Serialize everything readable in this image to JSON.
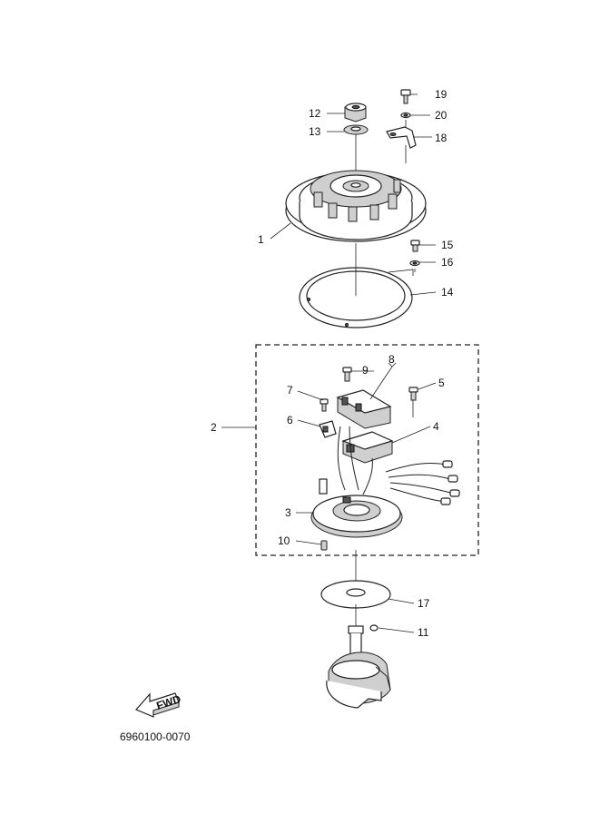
{
  "callouts": {
    "p1": "1",
    "p2": "2",
    "p3": "3",
    "p4": "4",
    "p5": "5",
    "p6": "6",
    "p7": "7",
    "p8": "8",
    "p9": "9",
    "p10": "10",
    "p11": "11",
    "p12": "12",
    "p13": "13",
    "p14": "14",
    "p15": "15",
    "p16": "16",
    "p17": "17",
    "p18": "18",
    "p19": "19",
    "p20": "20"
  },
  "fwd_label": "FWD",
  "diagram_code": "6960100-0070"
}
